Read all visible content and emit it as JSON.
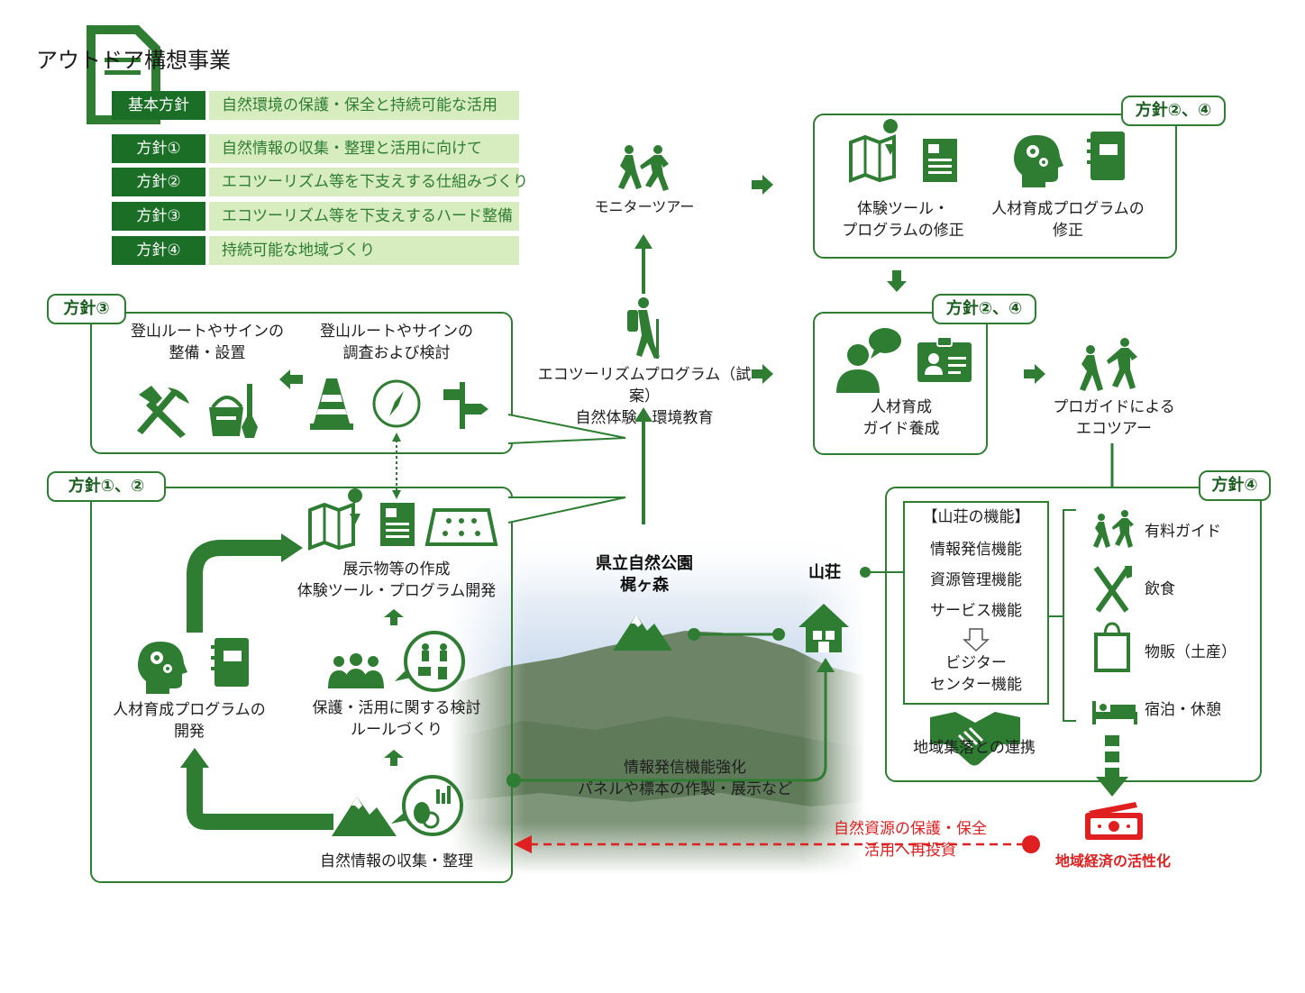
{
  "title": "アウトドア構想事業",
  "policy_table": [
    {
      "label": "基本方針",
      "text": "自然環境の保護・保全と持続可能な活用"
    },
    {
      "label": "方針①",
      "text": "自然情報の収集・整理と活用に向けて"
    },
    {
      "label": "方針②",
      "text": "エコツーリズム等を下支えする仕組みづくり"
    },
    {
      "label": "方針③",
      "text": "エコツーリズム等を下支えするハード整備"
    },
    {
      "label": "方針④",
      "text": "持続可能な地域づくり"
    }
  ],
  "tags": {
    "p3": "方針③",
    "p12": "方針①、②",
    "p24_top": "方針②、④",
    "p24_mid": "方針②、④",
    "p4": "方針④"
  },
  "hard": {
    "maint": "登山ルートやサインの\n整備・設置",
    "survey": "登山ルートやサインの\n調査および検討"
  },
  "center": {
    "monitor": "モニターツアー",
    "eco_program": "エコツーリズムプログラム（試案）\n自然体験・環境教育",
    "park": "県立自然公園\n梶ヶ森",
    "hut": "山荘",
    "info": "情報発信機能強化\nパネルや標本の作製・展示など"
  },
  "revise": {
    "tool": "体験ツール・\nプログラムの修正",
    "hr": "人材育成プログラムの\n修正"
  },
  "guide": {
    "training": "人材育成\nガイド養成",
    "tour": "プロガイドによる\nエコツアー"
  },
  "left": {
    "exhibit": "展示物等の作成\n体験ツール・プログラム開発",
    "hr_dev": "人材育成プログラムの\n開発",
    "protect": "保護・活用に関する検討\nルールづくり",
    "collect": "自然情報の収集・整理"
  },
  "hut_functions": {
    "header": "【山荘の機能】",
    "items": [
      "情報発信機能",
      "資源管理機能",
      "サービス機能"
    ],
    "visitor": "ビジター\nセンター機能",
    "community": "地域集落との連携"
  },
  "services": [
    "有料ガイド",
    "飲食",
    "物販（土産）",
    "宿泊・休憩"
  ],
  "reinvest": "自然資源の保護・保全\n活用へ再投資",
  "economy": "地域経済の活性化",
  "colors": {
    "green": "#2e7d32",
    "dark_green": "#1b6e26",
    "light_green": "#d7ecbf",
    "red": "#e02020"
  }
}
